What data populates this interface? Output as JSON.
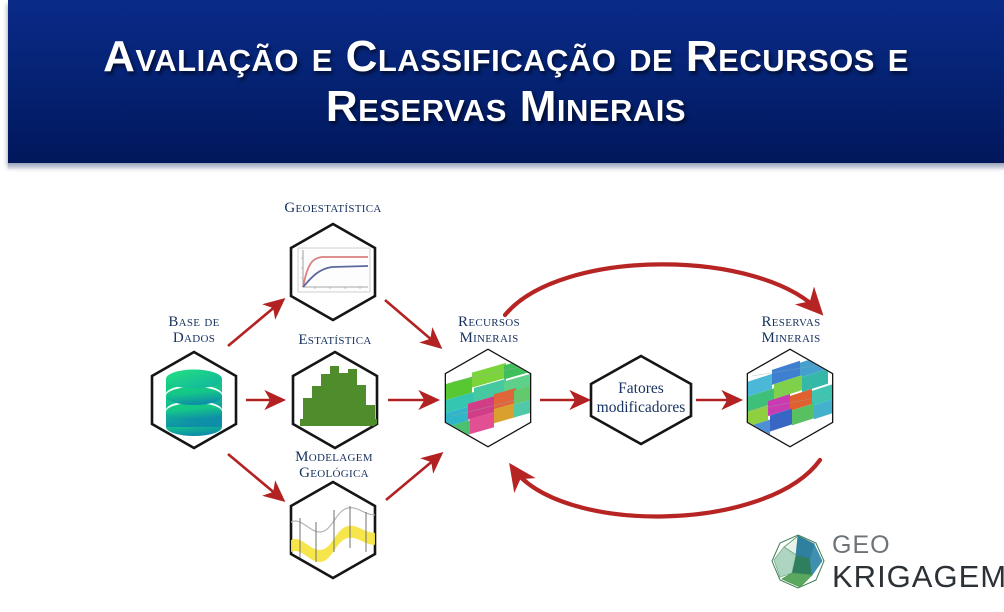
{
  "banner": {
    "title_line1": "Avaliação e Classificação de Recursos e",
    "title_line2": "Reservas Minerais",
    "background_color": "#042170",
    "text_color": "#ffffff"
  },
  "diagram": {
    "accent_arrow_color": "#b22222",
    "node_outline_color": "#1a1a1a",
    "label_color": "#16315e",
    "nodes": [
      {
        "id": "base-de-dados",
        "label": "Base de\nDados",
        "icon": "database-cylinder-icon",
        "label_position": "above"
      },
      {
        "id": "geoestatistica",
        "label": "Geoestatística",
        "icon": "variogram-chart-icon",
        "label_position": "above"
      },
      {
        "id": "estatistica",
        "label": "Estatística",
        "icon": "histogram-icon",
        "label_position": "above"
      },
      {
        "id": "modelagem-geologica",
        "label": "Modelagem\nGeológica",
        "icon": "geological-section-icon",
        "label_position": "above"
      },
      {
        "id": "recursos-minerais",
        "label": "Recursos\nMinerais",
        "icon": "block-model-icon",
        "label_position": "above"
      },
      {
        "id": "fatores-modificadores",
        "label": "Fatores\nmodificadores",
        "icon": "none",
        "label_position": "inside"
      },
      {
        "id": "reservas-minerais",
        "label": "Reservas\nMinerais",
        "icon": "reserve-model-icon",
        "label_position": "above"
      }
    ],
    "connections": [
      {
        "from": "base-de-dados",
        "to": "geoestatistica",
        "style": "straight"
      },
      {
        "from": "base-de-dados",
        "to": "estatistica",
        "style": "straight"
      },
      {
        "from": "base-de-dados",
        "to": "modelagem-geologica",
        "style": "straight"
      },
      {
        "from": "geoestatistica",
        "to": "recursos-minerais",
        "style": "straight"
      },
      {
        "from": "estatistica",
        "to": "recursos-minerais",
        "style": "straight"
      },
      {
        "from": "modelagem-geologica",
        "to": "recursos-minerais",
        "style": "straight"
      },
      {
        "from": "recursos-minerais",
        "to": "fatores-modificadores",
        "style": "straight"
      },
      {
        "from": "fatores-modificadores",
        "to": "reservas-minerais",
        "style": "straight"
      },
      {
        "from": "recursos-minerais",
        "to": "reservas-minerais",
        "style": "arc-top"
      },
      {
        "from": "reservas-minerais",
        "to": "recursos-minerais",
        "style": "arc-bottom"
      }
    ]
  },
  "logo": {
    "line1": "GEO",
    "line2": "KRIGAGEM",
    "mark": "faceted-polyhedron-icon",
    "line1_color": "#6d7479",
    "line2_color": "#2b3136"
  }
}
